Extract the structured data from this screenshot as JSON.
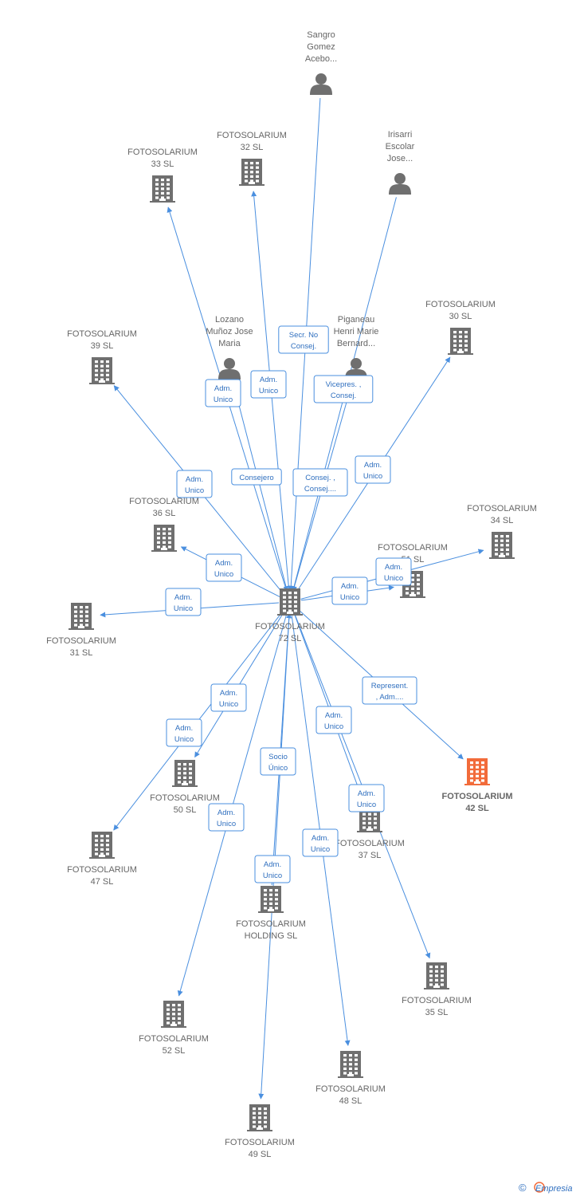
{
  "colors": {
    "edge": "#4a8fdf",
    "node": "#6f6f6f",
    "focus_node": "#f26b3a",
    "label": "#666666"
  },
  "nodes": [
    {
      "id": "center",
      "type": "company",
      "lines": [
        "FOTOSOLARIUM",
        "72 SL"
      ],
      "icon": "building-icon"
    },
    {
      "id": "sangro",
      "type": "person",
      "lines": [
        "Sangro",
        "Gomez",
        "Acebo..."
      ],
      "icon": "person-icon"
    },
    {
      "id": "irisarri",
      "type": "person",
      "lines": [
        "Irisarri",
        "Escolar",
        "Jose..."
      ],
      "icon": "person-icon"
    },
    {
      "id": "lozano",
      "type": "person",
      "lines": [
        "Lozano",
        "Muñoz Jose",
        "Maria"
      ],
      "icon": "person-icon"
    },
    {
      "id": "piganeau",
      "type": "person",
      "lines": [
        "Piganeau",
        "Henri Marie",
        "Bernard..."
      ],
      "icon": "person-icon"
    },
    {
      "id": "f33",
      "type": "company",
      "lines": [
        "FOTOSOLARIUM",
        "33 SL"
      ],
      "icon": "building-icon"
    },
    {
      "id": "f32",
      "type": "company",
      "lines": [
        "FOTOSOLARIUM",
        "32 SL"
      ],
      "icon": "building-icon"
    },
    {
      "id": "f30",
      "type": "company",
      "lines": [
        "FOTOSOLARIUM",
        "30 SL"
      ],
      "icon": "building-icon"
    },
    {
      "id": "f39",
      "type": "company",
      "lines": [
        "FOTOSOLARIUM",
        "39 SL"
      ],
      "icon": "building-icon"
    },
    {
      "id": "f36",
      "type": "company",
      "lines": [
        "FOTOSOLARIUM",
        "36 SL"
      ],
      "icon": "building-icon"
    },
    {
      "id": "f34",
      "type": "company",
      "lines": [
        "FOTOSOLARIUM",
        "34 SL"
      ],
      "icon": "building-icon"
    },
    {
      "id": "f51",
      "type": "company",
      "lines": [
        "FOTOSOLARIUM",
        "51 SL"
      ],
      "icon": "building-icon"
    },
    {
      "id": "f31",
      "type": "company",
      "lines": [
        "FOTOSOLARIUM",
        "31 SL"
      ],
      "icon": "building-icon"
    },
    {
      "id": "f42",
      "type": "company",
      "focus": true,
      "lines": [
        "FOTOSOLARIUM",
        "42 SL"
      ],
      "icon": "building-icon"
    },
    {
      "id": "f50",
      "type": "company",
      "lines": [
        "FOTOSOLARIUM",
        "50 SL"
      ],
      "icon": "building-icon"
    },
    {
      "id": "f47",
      "type": "company",
      "lines": [
        "FOTOSOLARIUM",
        "47 SL"
      ],
      "icon": "building-icon"
    },
    {
      "id": "f37",
      "type": "company",
      "lines": [
        "FOTOSOLARIUM",
        "37 SL"
      ],
      "icon": "building-icon"
    },
    {
      "id": "holding",
      "type": "company",
      "lines": [
        "FOTOSOLARIUM",
        "HOLDING  SL"
      ],
      "icon": "building-icon"
    },
    {
      "id": "f35",
      "type": "company",
      "lines": [
        "FOTOSOLARIUM",
        "35 SL"
      ],
      "icon": "building-icon"
    },
    {
      "id": "f52",
      "type": "company",
      "lines": [
        "FOTOSOLARIUM",
        "52 SL"
      ],
      "icon": "building-icon"
    },
    {
      "id": "f48",
      "type": "company",
      "lines": [
        "FOTOSOLARIUM",
        "48 SL"
      ],
      "icon": "building-icon"
    },
    {
      "id": "f49",
      "type": "company",
      "lines": [
        "FOTOSOLARIUM",
        "49 SL"
      ],
      "icon": "building-icon"
    }
  ],
  "edges": [
    {
      "from": "sangro",
      "to": "center",
      "label": [
        "Secr.  No",
        "Consej."
      ]
    },
    {
      "from": "irisarri",
      "to": "center",
      "label": [
        "Vicepres. ,",
        "Consej."
      ]
    },
    {
      "from": "lozano",
      "to": "center",
      "label": [
        "Consejero"
      ]
    },
    {
      "from": "piganeau",
      "to": "center",
      "label": [
        "Consej. ,",
        "Consej...."
      ]
    },
    {
      "from": "center",
      "to": "f33",
      "label": [
        "Adm.",
        "Unico"
      ]
    },
    {
      "from": "center",
      "to": "f32",
      "label": [
        "Adm.",
        "Unico"
      ]
    },
    {
      "from": "center",
      "to": "f30",
      "label": [
        "Adm.",
        "Unico"
      ]
    },
    {
      "from": "center",
      "to": "f39",
      "label": [
        "Adm.",
        "Unico"
      ]
    },
    {
      "from": "center",
      "to": "f36",
      "label": [
        "Adm.",
        "Unico"
      ]
    },
    {
      "from": "center",
      "to": "f34",
      "label": [
        "Adm.",
        "Unico"
      ]
    },
    {
      "from": "center",
      "to": "f51",
      "label": [
        "Adm.",
        "Unico"
      ]
    },
    {
      "from": "center",
      "to": "f31",
      "label": [
        "Adm.",
        "Unico"
      ]
    },
    {
      "from": "center",
      "to": "f42",
      "label": [
        "Represent.",
        ", Adm...."
      ]
    },
    {
      "from": "center",
      "to": "f50",
      "label": [
        "Adm.",
        "Unico"
      ]
    },
    {
      "from": "center",
      "to": "f47",
      "label": [
        "Adm.",
        "Unico"
      ]
    },
    {
      "from": "center",
      "to": "f37",
      "label": [
        "Adm.",
        "Unico"
      ]
    },
    {
      "from": "holding",
      "to": "center",
      "label": [
        "Socio",
        "Único"
      ]
    },
    {
      "from": "center",
      "to": "f35",
      "label": [
        "Adm.",
        "Unico"
      ]
    },
    {
      "from": "center",
      "to": "f52",
      "label": [
        "Adm.",
        "Unico"
      ]
    },
    {
      "from": "center",
      "to": "f48",
      "label": [
        "Adm.",
        "Unico"
      ]
    },
    {
      "from": "center",
      "to": "f49",
      "label": [
        "Adm.",
        "Unico"
      ]
    }
  ],
  "footer": {
    "copyright": "©",
    "brand": "Empresia",
    "brand_icon": "empresia-logo-icon"
  }
}
